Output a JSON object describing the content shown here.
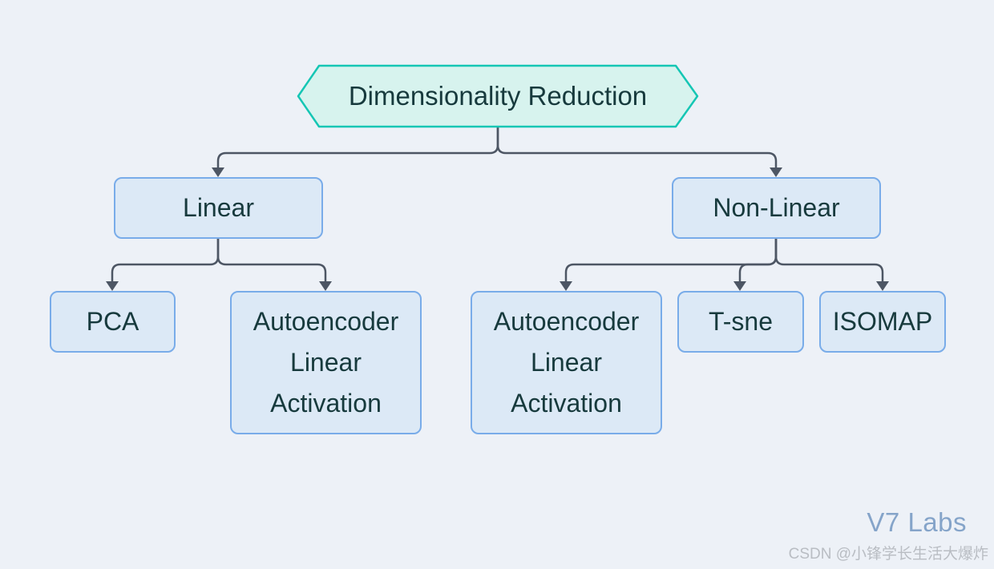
{
  "nodes": {
    "root": {
      "label": "Dimensionality Reduction",
      "shape": "hexagon"
    },
    "linear": {
      "label": "Linear",
      "shape": "rounded-rect"
    },
    "nonlinear": {
      "label": "Non-Linear",
      "shape": "rounded-rect"
    },
    "pca": {
      "label": "PCA",
      "shape": "rounded-rect"
    },
    "autoencoder_linear": {
      "label": "Autoencoder\nLinear\nActivation",
      "shape": "rounded-rect"
    },
    "autoencoder_nonlinear": {
      "label": "Autoencoder\nLinear\nActivation",
      "shape": "rounded-rect"
    },
    "tsne": {
      "label": "T-sne",
      "shape": "rounded-rect"
    },
    "isomap": {
      "label": "ISOMAP",
      "shape": "rounded-rect"
    }
  },
  "edges": [
    {
      "from": "root",
      "to": "linear"
    },
    {
      "from": "root",
      "to": "nonlinear"
    },
    {
      "from": "linear",
      "to": "pca"
    },
    {
      "from": "linear",
      "to": "autoencoder_linear"
    },
    {
      "from": "nonlinear",
      "to": "autoencoder_nonlinear"
    },
    {
      "from": "nonlinear",
      "to": "tsne"
    },
    {
      "from": "nonlinear",
      "to": "isomap"
    }
  ],
  "colors": {
    "background": "#edf1f7",
    "hexagon_fill": "#d7f3ee",
    "hexagon_border": "#15c6b4",
    "box_fill": "#dce9f6",
    "box_border": "#79ace9",
    "node_text": "#173a3d",
    "connector": "#4d5664",
    "brand_text": "#85a4c9",
    "attribution_text": "#b9bdc3"
  },
  "watermark": {
    "brand": "V7 Labs",
    "attribution": "CSDN @小锋学长生活大爆炸"
  }
}
